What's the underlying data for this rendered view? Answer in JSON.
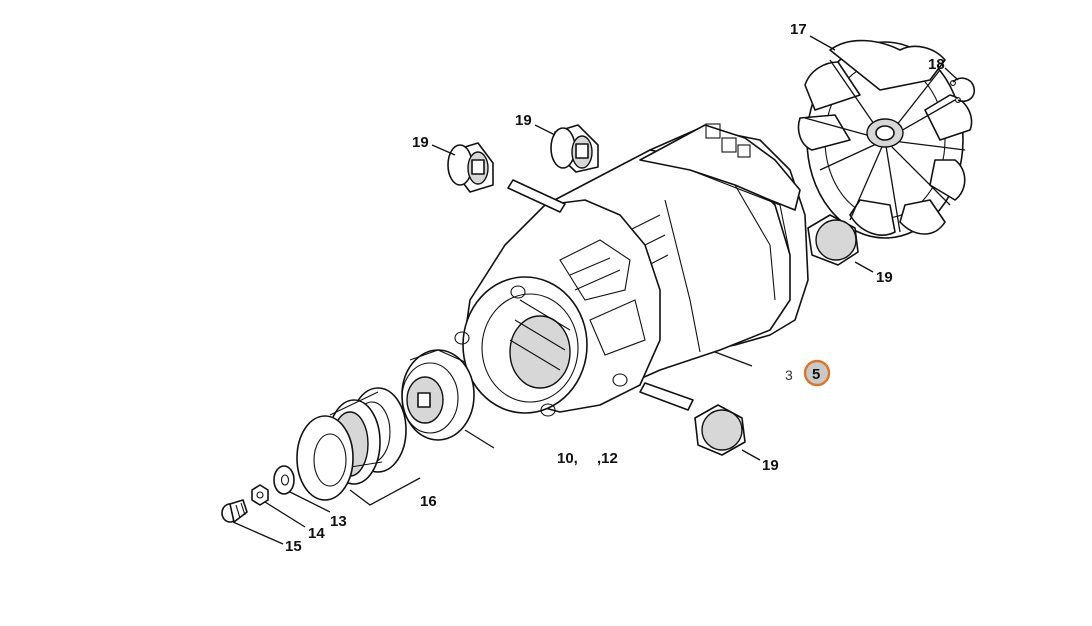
{
  "callouts": {
    "c17": "17",
    "c18": "18",
    "c19a": "19",
    "c19b": "19",
    "c19c": "19",
    "c19d": "19",
    "c3": "3",
    "c5": "5",
    "c10": "10,",
    "c12": ",12",
    "c16": "16",
    "c13": "13",
    "c14": "14",
    "c15": "15"
  },
  "colors": {
    "highlight_ring": "#d9762b",
    "highlight_fill": "#c9c9c9",
    "ink": "#111111"
  },
  "icons": {
    "highlight": "highlight-ring-icon"
  }
}
